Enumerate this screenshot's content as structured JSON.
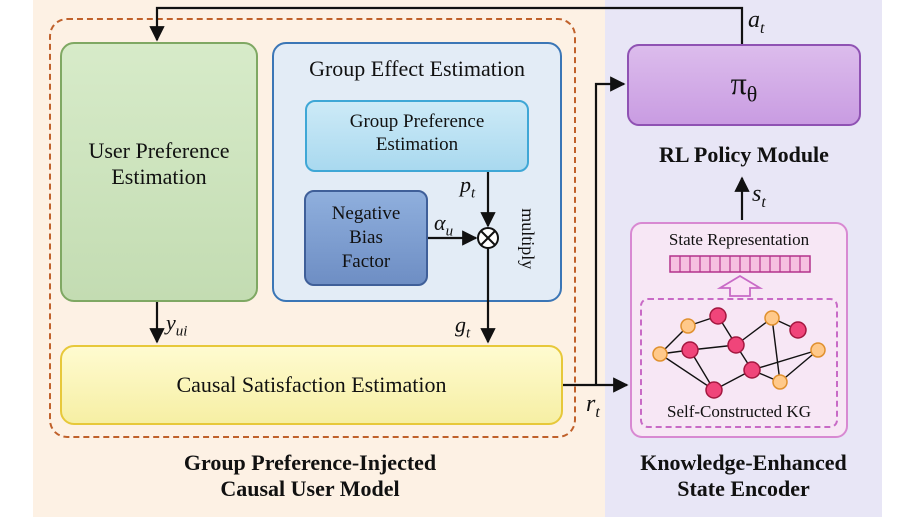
{
  "left_module": {
    "title_line1": "Group Preference-Injected",
    "title_line2": "Causal User Model",
    "user_pref": {
      "line1": "User Preference",
      "line2": "Estimation"
    },
    "group_effect": {
      "title": "Group Effect Estimation",
      "group_pref": {
        "line1": "Group Preference",
        "line2": "Estimation"
      },
      "neg_bias": {
        "line1": "Negative",
        "line2": "Bias",
        "line3": "Factor"
      },
      "multiply_label": "multiply"
    },
    "causal_sat": "Causal Satisfaction Estimation"
  },
  "right_module": {
    "policy": {
      "symbol": "π",
      "subscript": "θ",
      "caption": "RL Policy Module"
    },
    "encoder": {
      "state_rep": "State Representation",
      "kg_label": "Self-Constructed KG",
      "caption_line1": "Knowledge-Enhanced",
      "caption_line2": "State Encoder"
    }
  },
  "math_labels": {
    "a": {
      "base": "a",
      "sub": "t"
    },
    "s": {
      "base": "s",
      "sub": "t"
    },
    "r": {
      "base": "r",
      "sub": "t"
    },
    "p": {
      "base": "p",
      "sub": "t"
    },
    "g": {
      "base": "g",
      "sub": "t"
    },
    "alpha": {
      "base": "α",
      "sub": "u"
    },
    "y": {
      "base": "y",
      "sub": "ui"
    }
  },
  "colors": {
    "left_bg": "#fdf1e4",
    "left_border": "#c0612b",
    "right_bg": "#e8e6f6",
    "user_pref_fill": "#cde3c0",
    "user_pref_border": "#7fa863",
    "group_effect_fill": "#e3ecf6",
    "group_effect_border": "#3b76b6",
    "group_pref_fill": "#bfe3f3",
    "group_pref_border": "#3fa7d6",
    "neg_bias_fill": "#7f9fd1",
    "neg_bias_border": "#3f5f99",
    "causal_fill": "#fcf9c4",
    "causal_border": "#e7c83a",
    "policy_fill": "#d8b6ea",
    "policy_border": "#8f52b3",
    "encoder_fill": "#f7e7f5",
    "encoder_border": "#d889d2",
    "kg_node_red": "#f0457a",
    "kg_node_orange": "#ffc98a"
  }
}
